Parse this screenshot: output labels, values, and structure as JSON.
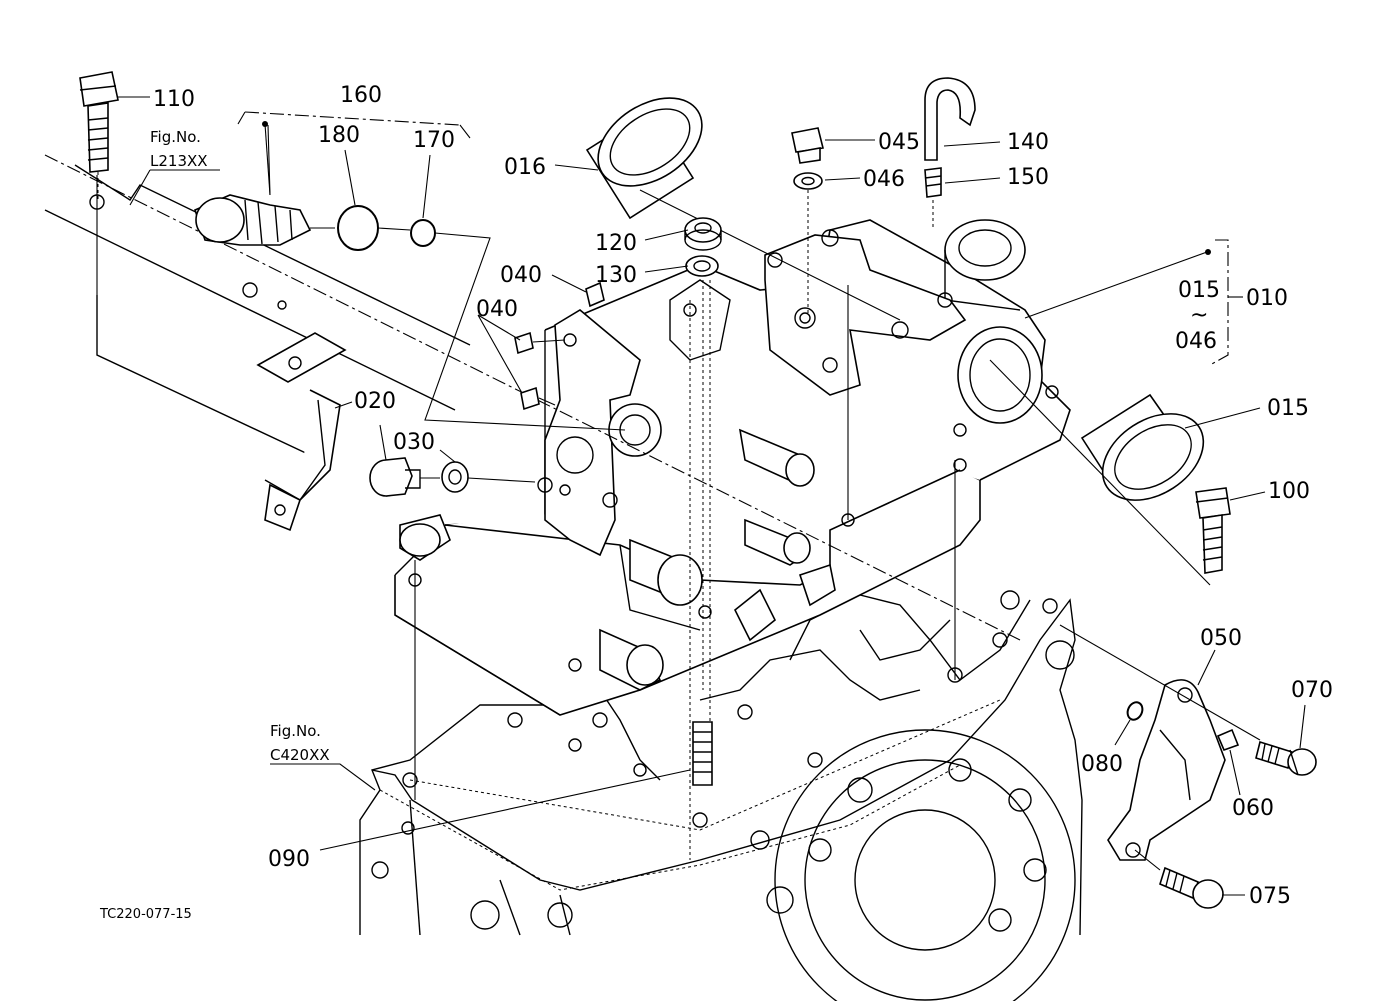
{
  "labels": {
    "p110": "110",
    "p160": "160",
    "p180": "180",
    "p170": "170",
    "p016": "016",
    "p120": "120",
    "p130": "130",
    "p040a": "040",
    "p040b": "040",
    "p045": "045",
    "p046": "046",
    "p140": "140",
    "p150": "150",
    "p015a": "015",
    "p010": "010",
    "p046b": "046",
    "tilde": "~",
    "p015b": "015",
    "p100": "100",
    "p020": "020",
    "p030": "030",
    "p050": "050",
    "p070": "070",
    "p080": "080",
    "p060": "060",
    "p075": "075",
    "p090": "090"
  },
  "references": {
    "fig1_title": "Fig.No.",
    "fig1_code": "L213XX",
    "fig2_title": "Fig.No.",
    "fig2_code": "C420XX"
  },
  "drawing_code": "TC220-077-15"
}
